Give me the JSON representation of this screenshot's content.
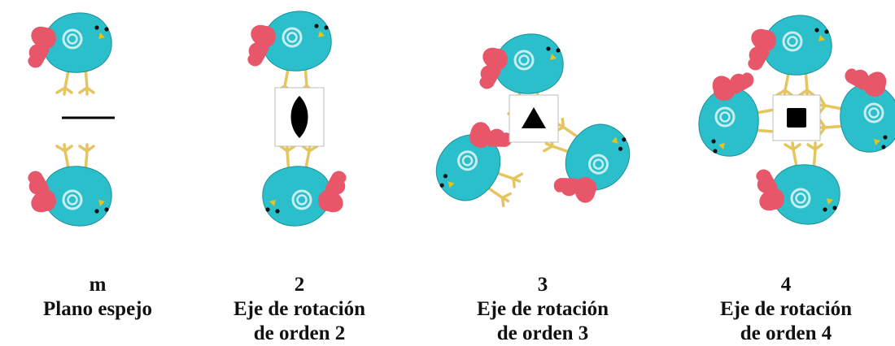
{
  "colors": {
    "bird_body": "#2bbfcb",
    "bird_outline": "#1c8f99",
    "bird_wing": "#e8566a",
    "bird_legs": "#e5c55e",
    "bird_beak": "#e9c21a",
    "bird_spiral": "#c9eef2",
    "symbol": "#000000",
    "box_border": "#bcbcbc"
  },
  "panels": [
    {
      "id": "mirror",
      "symbol": "mirror-line-icon",
      "caption": {
        "symbol_label": "m",
        "line1": "Plano espejo",
        "line2": ""
      }
    },
    {
      "id": "rot2",
      "symbol": "lens-icon",
      "caption": {
        "symbol_label": "2",
        "line1": "Eje de rotación",
        "line2": "de orden 2"
      }
    },
    {
      "id": "rot3",
      "symbol": "triangle-icon",
      "caption": {
        "symbol_label": "3",
        "line1": "Eje de rotación",
        "line2": "de orden 3"
      }
    },
    {
      "id": "rot4",
      "symbol": "square-icon",
      "caption": {
        "symbol_label": "4",
        "line1": "Eje de rotación",
        "line2": "de orden 4"
      }
    }
  ]
}
